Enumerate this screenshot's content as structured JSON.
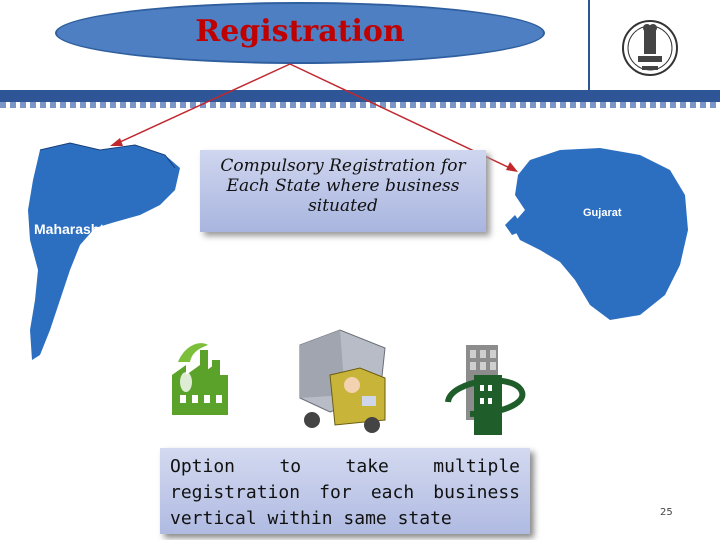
{
  "title": "Registration",
  "maps": {
    "left_label": "Maharashtra",
    "right_label": "Gujarat"
  },
  "callout": {
    "lines": [
      "Compulsory Registration for",
      "Each State where business",
      "situated"
    ]
  },
  "bottom_box": {
    "lines": [
      "Option to take multiple",
      "registration for each business",
      "vertical within same state"
    ]
  },
  "icons": [
    "factory-icon",
    "truck-icon",
    "building-icon",
    "emblem-icon"
  ],
  "colors": {
    "title_text": "#c00000",
    "ellipse": "#4d7fc2",
    "band": "#2e5596",
    "map_blue": "#2c6fc0",
    "callout_bg": "#b9c3e6"
  },
  "slide_number": "25"
}
